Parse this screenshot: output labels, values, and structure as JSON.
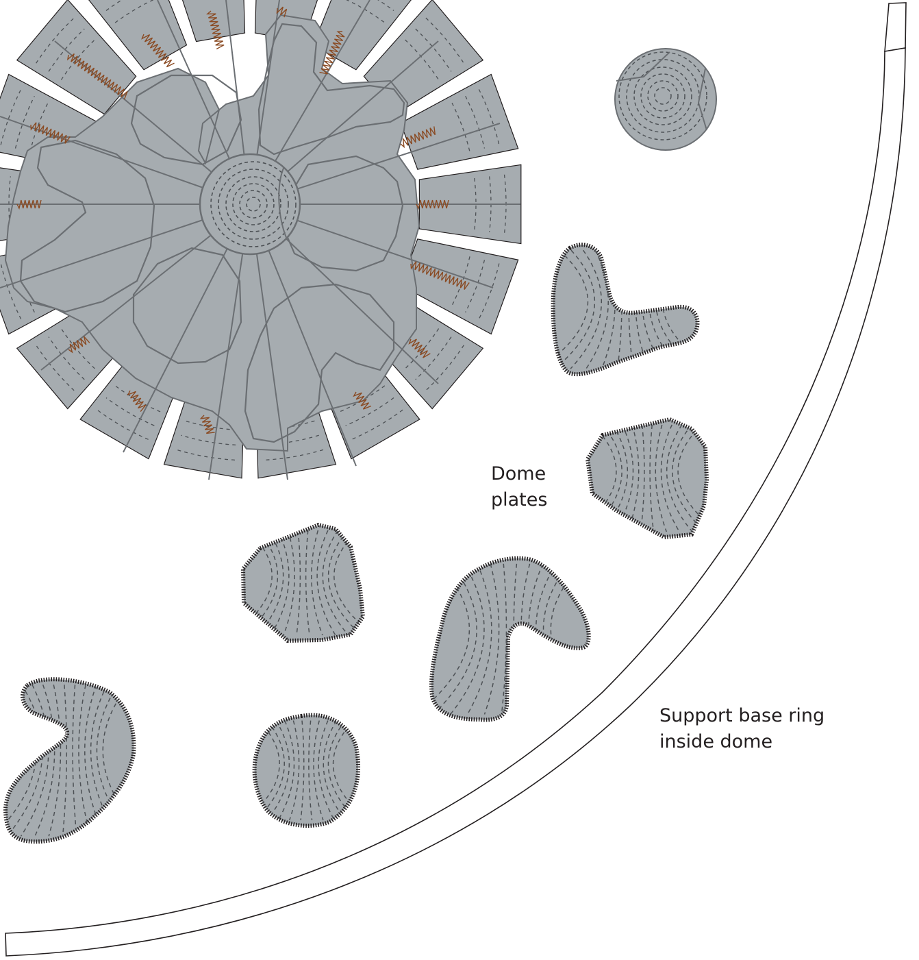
{
  "labels": {
    "plates_line1": "Dome",
    "plates_line2": "plates",
    "ring_line1": "Support base ring",
    "ring_line2": "inside dome"
  },
  "colors": {
    "plate_fill": "#a6acb0",
    "plate_line": "#6b6f73",
    "dash": "#4d5155",
    "spring": "#8a4a22",
    "outline": "#231f20",
    "background": "#ffffff"
  }
}
